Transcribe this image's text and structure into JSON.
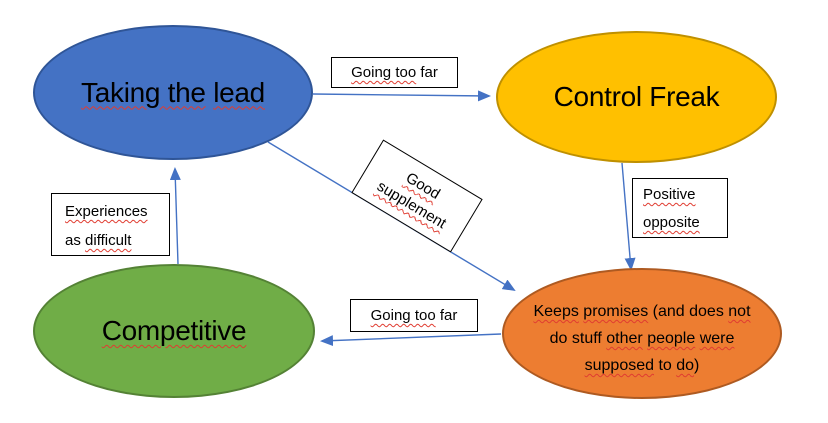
{
  "canvas": {
    "background": "#ffffff"
  },
  "colors": {
    "arrow": "#4472C4",
    "squiggle": "#E03C31",
    "box_border": "#000000",
    "box_background": "#ffffff",
    "text": "#000000"
  },
  "nodes": {
    "taking_the_lead": {
      "fill": "#4472C4",
      "border": "#2F5597",
      "segments": [
        {
          "text": "Taking the",
          "squiggle": true
        },
        {
          "text": " ",
          "squiggle": false
        },
        {
          "text": "lead",
          "squiggle": true
        }
      ]
    },
    "control_freak": {
      "fill": "#FFC000",
      "border": "#BF9000",
      "segments": [
        {
          "text": "Control Freak",
          "squiggle": false
        }
      ]
    },
    "competitive": {
      "fill": "#70AD47",
      "border": "#548235",
      "segments": [
        {
          "text": "Competitive",
          "squiggle": true
        }
      ]
    },
    "keeps_promises": {
      "fill": "#ED7D31",
      "border": "#AE5A21",
      "lines": [
        [
          {
            "text": "Keeps",
            "squiggle": true
          },
          {
            "text": " ",
            "squiggle": false
          },
          {
            "text": "promises",
            "squiggle": true
          },
          {
            "text": " (and does ",
            "squiggle": false
          },
          {
            "text": "not",
            "squiggle": true
          }
        ],
        [
          {
            "text": "do stuff ",
            "squiggle": false
          },
          {
            "text": "other",
            "squiggle": true
          },
          {
            "text": " ",
            "squiggle": false
          },
          {
            "text": "people",
            "squiggle": true
          },
          {
            "text": " ",
            "squiggle": false
          },
          {
            "text": "were",
            "squiggle": true
          }
        ],
        [
          {
            "text": "supposed",
            "squiggle": true
          },
          {
            "text": " to ",
            "squiggle": false
          },
          {
            "text": "do",
            "squiggle": true
          },
          {
            "text": ")",
            "squiggle": false
          }
        ]
      ]
    }
  },
  "edge_labels": {
    "going_too_far_top": {
      "segments": [
        {
          "text": "Going too",
          "squiggle": true
        },
        {
          "text": " far",
          "squiggle": false
        }
      ]
    },
    "good_supplement": {
      "lines": [
        [
          {
            "text": "Good",
            "squiggle": true
          }
        ],
        [
          {
            "text": "supplement",
            "squiggle": true
          }
        ]
      ]
    },
    "positive_opposite": {
      "lines": [
        [
          {
            "text": "Positive",
            "squiggle": true
          }
        ],
        [
          {
            "text": "opposite",
            "squiggle": true
          }
        ]
      ]
    },
    "experiences_as_difficult": {
      "lines": [
        [
          {
            "text": "Experiences",
            "squiggle": true
          }
        ],
        [
          {
            "text": "as ",
            "squiggle": false
          },
          {
            "text": "difficult",
            "squiggle": true
          }
        ]
      ]
    },
    "going_too_far_bottom": {
      "segments": [
        {
          "text": "Going too",
          "squiggle": true
        },
        {
          "text": " far",
          "squiggle": false
        }
      ]
    }
  },
  "edges": [
    {
      "from": "taking_the_lead",
      "to": "control_freak",
      "label": "Going too far"
    },
    {
      "from": "taking_the_lead",
      "to": "keeps_promises",
      "label": "Good supplement"
    },
    {
      "from": "control_freak",
      "to": "keeps_promises",
      "label": "Positive opposite"
    },
    {
      "from": "keeps_promises",
      "to": "competitive",
      "label": "Going too far"
    },
    {
      "from": "competitive",
      "to": "taking_the_lead",
      "label": "Experiences as difficult"
    }
  ]
}
